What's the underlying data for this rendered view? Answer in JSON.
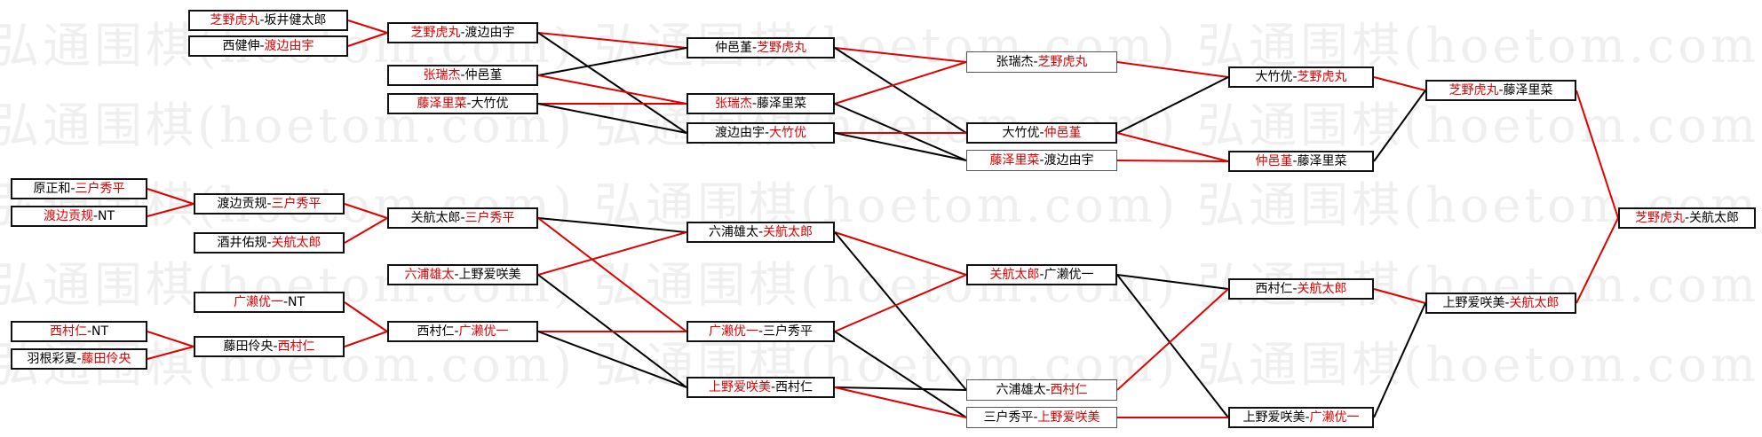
{
  "colors": {
    "winner": "#e00000",
    "normal": "#000000",
    "line_red": "#e00000",
    "line_black": "#000000"
  },
  "watermark": "弘通围棋(hoetom.com)",
  "matches": [
    {
      "id": "r1a",
      "p1": "芝野虎丸",
      "p2": "坂井健太郎",
      "win": 1
    },
    {
      "id": "r1b",
      "p1": "西健伸",
      "p2": "渡边由宇",
      "win": 2
    },
    {
      "id": "r2a",
      "p1": "芝野虎丸",
      "p2": "渡边由宇",
      "win": 1
    },
    {
      "id": "r2b",
      "p1": "张瑞杰",
      "p2": "仲邑堇",
      "win": 1
    },
    {
      "id": "r2c",
      "p1": "藤泽里菜",
      "p2": "大竹优",
      "win": 1
    },
    {
      "id": "r3a",
      "p1": "仲邑堇",
      "p2": "芝野虎丸",
      "win": 2
    },
    {
      "id": "r3b",
      "p1": "张瑞杰",
      "p2": "藤泽里菜",
      "win": 1
    },
    {
      "id": "r3c",
      "p1": "渡边由宇",
      "p2": "大竹优",
      "win": 2
    },
    {
      "id": "r4a",
      "p1": "张瑞杰",
      "p2": "芝野虎丸",
      "win": 2
    },
    {
      "id": "r4b",
      "p1": "大竹优",
      "p2": "仲邑堇",
      "win": 2
    },
    {
      "id": "r4c",
      "p1": "藤泽里菜",
      "p2": "渡边由宇",
      "win": 1
    },
    {
      "id": "r5a",
      "p1": "大竹优",
      "p2": "芝野虎丸",
      "win": 2
    },
    {
      "id": "r5b",
      "p1": "仲邑堇",
      "p2": "藤泽里菜",
      "win": 1
    },
    {
      "id": "r6a",
      "p1": "芝野虎丸",
      "p2": "藤泽里菜",
      "win": 1
    },
    {
      "id": "r1c",
      "p1": "原正和",
      "p2": "三户秀平",
      "win": 2
    },
    {
      "id": "r1d",
      "p1": "渡边贡规",
      "p2": "NT",
      "win": 1
    },
    {
      "id": "r2d",
      "p1": "渡边贡规",
      "p2": "三户秀平",
      "win": 2
    },
    {
      "id": "r2e",
      "p1": "酒井佑规",
      "p2": "关航太郎",
      "win": 2
    },
    {
      "id": "r3d",
      "p1": "关航太郎",
      "p2": "三户秀平",
      "win": 2
    },
    {
      "id": "r3e",
      "p1": "六浦雄太",
      "p2": "上野爱咲美",
      "win": 1
    },
    {
      "id": "r2f",
      "p1": "广濑优一",
      "p2": "NT",
      "win": 1
    },
    {
      "id": "r3f",
      "p1": "西村仁",
      "p2": "广濑优一",
      "win": 2
    },
    {
      "id": "r1e",
      "p1": "西村仁",
      "p2": "NT",
      "win": 1
    },
    {
      "id": "r1f",
      "p1": "羽根彩夏",
      "p2": "藤田伶央",
      "win": 2
    },
    {
      "id": "r2g",
      "p1": "藤田伶央",
      "p2": "西村仁",
      "win": 2
    },
    {
      "id": "r4d",
      "p1": "六浦雄太",
      "p2": "关航太郎",
      "win": 2
    },
    {
      "id": "r4e",
      "p1": "广濑优一",
      "p2": "三户秀平",
      "win": 1
    },
    {
      "id": "r4f",
      "p1": "上野爱咲美",
      "p2": "西村仁",
      "win": 1
    },
    {
      "id": "r5c",
      "p1": "关航太郎",
      "p2": "广濑优一",
      "win": 1
    },
    {
      "id": "r5d",
      "p1": "六浦雄太",
      "p2": "西村仁",
      "win": 2
    },
    {
      "id": "r5e",
      "p1": "三户秀平",
      "p2": "上野爱咲美",
      "win": 2
    },
    {
      "id": "r6b",
      "p1": "西村仁",
      "p2": "关航太郎",
      "win": 2
    },
    {
      "id": "r6c",
      "p1": "上野爱咲美",
      "p2": "广濑优一",
      "win": 2
    },
    {
      "id": "r7a",
      "p1": "上野爱咲美",
      "p2": "关航太郎",
      "win": 2
    },
    {
      "id": "r8a",
      "p1": "芝野虎丸",
      "p2": "关航太郎",
      "win": 1
    }
  ],
  "connectors": [
    {
      "from": "r1a",
      "to": "r2a",
      "win": true
    },
    {
      "from": "r1b",
      "to": "r2a",
      "win": true
    },
    {
      "from": "r2a",
      "to": "r3a",
      "win": true
    },
    {
      "from": "r2a",
      "to": "r3c",
      "win": false
    },
    {
      "from": "r2b",
      "to": "r3a",
      "win": false
    },
    {
      "from": "r2b",
      "to": "r3b",
      "win": true
    },
    {
      "from": "r2c",
      "to": "r3b",
      "win": true
    },
    {
      "from": "r2c",
      "to": "r3c",
      "win": false
    },
    {
      "from": "r3a",
      "to": "r4a",
      "win": true
    },
    {
      "from": "r3a",
      "to": "r4b",
      "win": false
    },
    {
      "from": "r3b",
      "to": "r4a",
      "win": true
    },
    {
      "from": "r3b",
      "to": "r4c",
      "win": false
    },
    {
      "from": "r3c",
      "to": "r4b",
      "win": true
    },
    {
      "from": "r3c",
      "to": "r4c",
      "win": false
    },
    {
      "from": "r4a",
      "to": "r5a",
      "win": true
    },
    {
      "from": "r4b",
      "to": "r5a",
      "win": false
    },
    {
      "from": "r4b",
      "to": "r5b",
      "win": true
    },
    {
      "from": "r4c",
      "to": "r5b",
      "win": true
    },
    {
      "from": "r5a",
      "to": "r6a",
      "win": true
    },
    {
      "from": "r5b",
      "to": "r6a",
      "win": false
    },
    {
      "from": "r6a",
      "to": "r8a",
      "win": true
    },
    {
      "from": "r1c",
      "to": "r2d",
      "win": true
    },
    {
      "from": "r1d",
      "to": "r2d",
      "win": true
    },
    {
      "from": "r2d",
      "to": "r3d",
      "win": true
    },
    {
      "from": "r2e",
      "to": "r3d",
      "win": true
    },
    {
      "from": "r3d",
      "to": "r4d",
      "win": false
    },
    {
      "from": "r3d",
      "to": "r4e",
      "win": true
    },
    {
      "from": "r3e",
      "to": "r4d",
      "win": true
    },
    {
      "from": "r3e",
      "to": "r4f",
      "win": false
    },
    {
      "from": "r2f",
      "to": "r3f",
      "win": true
    },
    {
      "from": "r1e",
      "to": "r2g",
      "win": true
    },
    {
      "from": "r1f",
      "to": "r2g",
      "win": true
    },
    {
      "from": "r2g",
      "to": "r3f",
      "win": true
    },
    {
      "from": "r3f",
      "to": "r4e",
      "win": true
    },
    {
      "from": "r3f",
      "to": "r4f",
      "win": false
    },
    {
      "from": "r4d",
      "to": "r5c",
      "win": true
    },
    {
      "from": "r4d",
      "to": "r5d",
      "win": false
    },
    {
      "from": "r4e",
      "to": "r5c",
      "win": true
    },
    {
      "from": "r4e",
      "to": "r5e",
      "win": false
    },
    {
      "from": "r4f",
      "to": "r5d",
      "win": false
    },
    {
      "from": "r4f",
      "to": "r5e",
      "win": true
    },
    {
      "from": "r5c",
      "to": "r6b",
      "win": false
    },
    {
      "from": "r5c",
      "to": "r6c",
      "win": false
    },
    {
      "from": "r5d",
      "to": "r6b",
      "win": true
    },
    {
      "from": "r5e",
      "to": "r6c",
      "win": true
    },
    {
      "from": "r6b",
      "to": "r7a",
      "win": true
    },
    {
      "from": "r6c",
      "to": "r7a",
      "win": false
    },
    {
      "from": "r7a",
      "to": "r8a",
      "win": true
    }
  ]
}
